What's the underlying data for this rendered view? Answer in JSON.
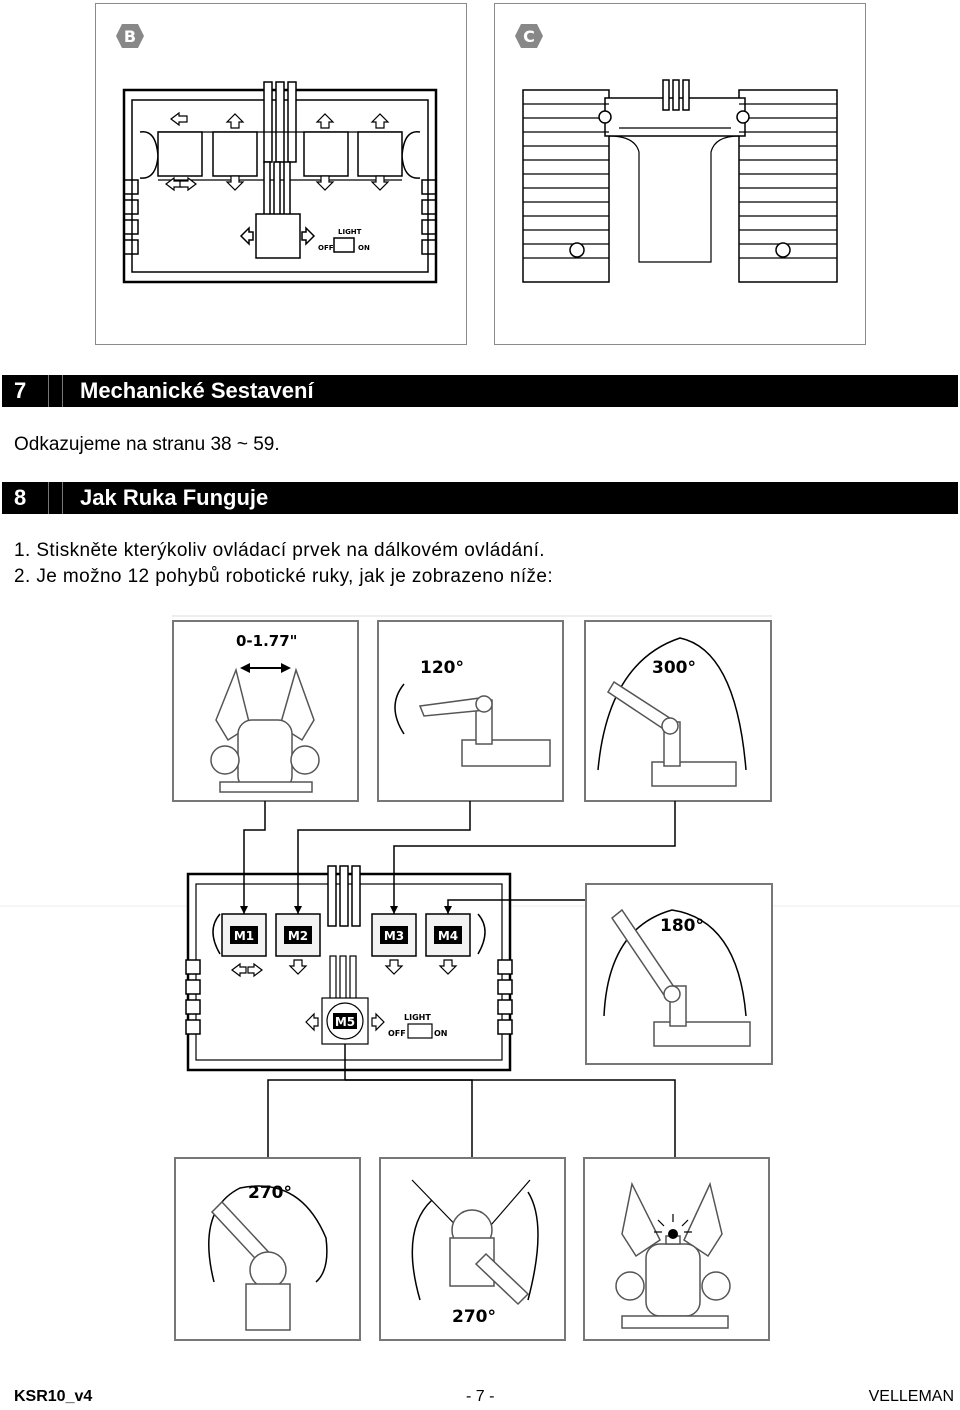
{
  "top_panels": {
    "left_badge": "B",
    "right_badge": "C",
    "light_label": "LIGHT",
    "off_label": "OFF",
    "on_label": "ON"
  },
  "section7": {
    "number": "7",
    "title": "Mechanické Sestavení"
  },
  "section7_text": "Odkazujeme na stranu 38 ~ 59.",
  "section8": {
    "number": "8",
    "title": "Jak Ruka Funguje"
  },
  "steps": [
    "1.  Stiskněte kterýkoliv ovládací prvek na dálkovém ovládání.",
    "2.  Je možno 12 pohybů robotické ruky, jak je zobrazeno níže:"
  ],
  "diagram": {
    "gripper_range": "0-1.77\"",
    "angle_top_middle": "120°",
    "angle_top_right": "300°",
    "angle_right": "180°",
    "angle_bottom_left": "270°",
    "angle_bottom_middle": "270°",
    "motors": [
      "M1",
      "M2",
      "M3",
      "M4",
      "M5"
    ],
    "light_label": "LIGHT",
    "off_label": "OFF",
    "on_label": "ON"
  },
  "footer": {
    "left": "KSR10_v4",
    "center": "- 7 -",
    "right": "VELLEMAN"
  }
}
